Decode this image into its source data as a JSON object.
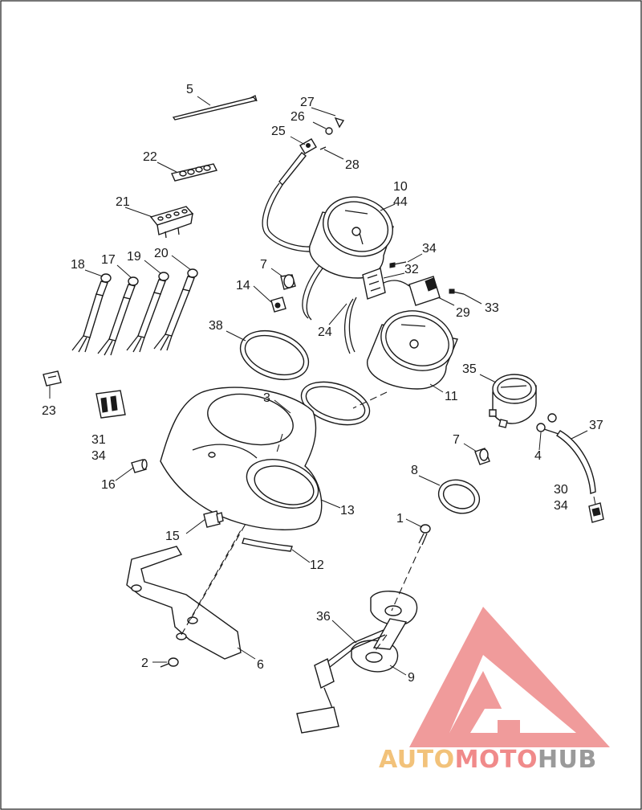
{
  "diagram": {
    "callouts": [
      {
        "id": "c5",
        "text": "5"
      },
      {
        "id": "c27",
        "text": "27"
      },
      {
        "id": "c26",
        "text": "26"
      },
      {
        "id": "c25",
        "text": "25"
      },
      {
        "id": "c28",
        "text": "28"
      },
      {
        "id": "c22",
        "text": "22"
      },
      {
        "id": "c10",
        "text": "10"
      },
      {
        "id": "c44",
        "text": "44"
      },
      {
        "id": "c21",
        "text": "21"
      },
      {
        "id": "c34a",
        "text": "34"
      },
      {
        "id": "c18",
        "text": "18"
      },
      {
        "id": "c17",
        "text": "17"
      },
      {
        "id": "c19",
        "text": "19"
      },
      {
        "id": "c20",
        "text": "20"
      },
      {
        "id": "c7a",
        "text": "7"
      },
      {
        "id": "c32",
        "text": "32"
      },
      {
        "id": "c14",
        "text": "14"
      },
      {
        "id": "c29",
        "text": "29"
      },
      {
        "id": "c33",
        "text": "33"
      },
      {
        "id": "c24",
        "text": "24"
      },
      {
        "id": "c38",
        "text": "38"
      },
      {
        "id": "c35",
        "text": "35"
      },
      {
        "id": "c23",
        "text": "23"
      },
      {
        "id": "c11",
        "text": "11"
      },
      {
        "id": "c3",
        "text": "3"
      },
      {
        "id": "c37",
        "text": "37"
      },
      {
        "id": "c31",
        "text": "31"
      },
      {
        "id": "c34b",
        "text": "34"
      },
      {
        "id": "c7b",
        "text": "7"
      },
      {
        "id": "c4",
        "text": "4"
      },
      {
        "id": "c16",
        "text": "16"
      },
      {
        "id": "c8",
        "text": "8"
      },
      {
        "id": "c30",
        "text": "30"
      },
      {
        "id": "c34c",
        "text": "34"
      },
      {
        "id": "c13",
        "text": "13"
      },
      {
        "id": "c1",
        "text": "1"
      },
      {
        "id": "c15",
        "text": "15"
      },
      {
        "id": "c12",
        "text": "12"
      },
      {
        "id": "c36",
        "text": "36"
      },
      {
        "id": "c2",
        "text": "2"
      },
      {
        "id": "c6",
        "text": "6"
      },
      {
        "id": "c9",
        "text": "9"
      }
    ],
    "footer_code": "",
    "border_color": "#1a1a1a",
    "line_color": "#1a1a1a"
  },
  "watermark": {
    "auto": "AUTO",
    "moto": "MOTO",
    "hub": "HUB",
    "colors": {
      "auto": "#f2c27a",
      "moto": "#f08a8a",
      "hub": "#9a9a9a",
      "logo": "#ee7b7b"
    }
  }
}
